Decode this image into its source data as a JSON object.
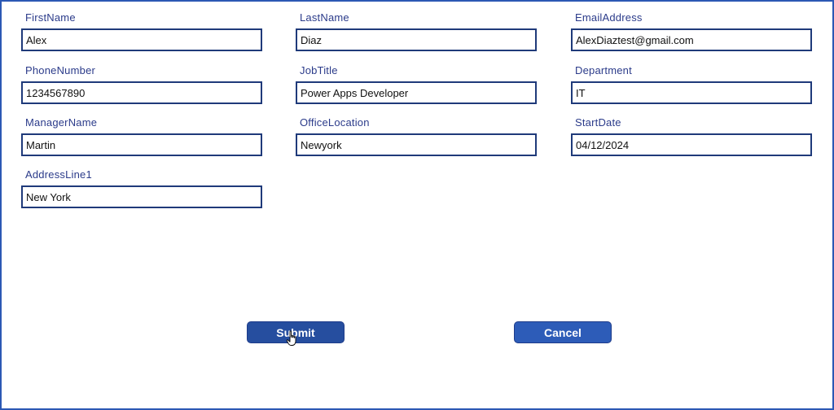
{
  "form": {
    "fields": [
      {
        "label": "FirstName",
        "value": "Alex"
      },
      {
        "label": "LastName",
        "value": "Diaz"
      },
      {
        "label": "EmailAddress",
        "value": "AlexDiaztest@gmail.com"
      },
      {
        "label": "PhoneNumber",
        "value": "1234567890"
      },
      {
        "label": "JobTitle",
        "value": "Power Apps Developer"
      },
      {
        "label": "Department",
        "value": "IT"
      },
      {
        "label": "ManagerName",
        "value": "Martin"
      },
      {
        "label": "OfficeLocation",
        "value": "Newyork"
      },
      {
        "label": "StartDate",
        "value": "04/12/2024"
      },
      {
        "label": "AddressLine1",
        "value": "New York"
      }
    ]
  },
  "actions": {
    "submit_label": "Submit",
    "cancel_label": "Cancel"
  },
  "icons": {
    "cursor": "hand-pointer-icon"
  },
  "colors": {
    "label": "#2b3b8a",
    "input_border": "#1f3a7a",
    "button": "#264e9f",
    "frame_border": "#2b58b4"
  }
}
